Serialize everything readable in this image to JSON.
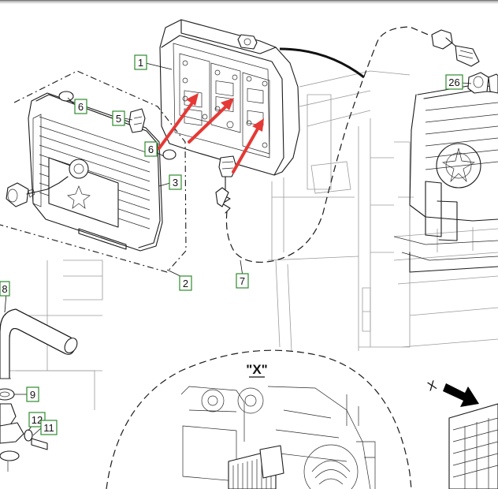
{
  "callouts": {
    "c1": "1",
    "c2": "2",
    "c3": "3",
    "c5": "5",
    "c6a": "6",
    "c6b": "6",
    "c7": "7",
    "c8": "8",
    "c9": "9",
    "c11": "11",
    "c12": "12",
    "c26": "26"
  },
  "detail_view": {
    "label": "\"X\"",
    "letter_mark": "X"
  },
  "colors": {
    "callout_border": "#2e8b2e",
    "arrow_red": "#e53935",
    "line": "#1a1a1a"
  }
}
